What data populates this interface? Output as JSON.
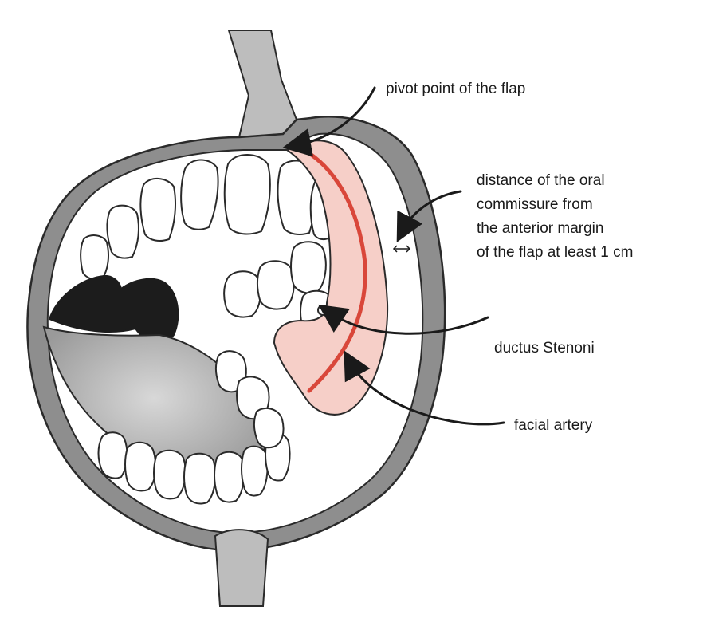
{
  "labels": {
    "pivot": "pivot point of the flap",
    "distance": [
      "distance of the oral",
      "commissure from",
      "the anterior margin",
      "of the flap at least 1 cm"
    ],
    "duct": "ductus Stenoni",
    "artery": "facial artery"
  },
  "colors": {
    "flap_fill": "#f6cfc8",
    "artery_line": "#d9473a",
    "retractor": "#bdbdbd",
    "tongue": "#b8b8b8",
    "throat": "#1c1c1c",
    "outline": "#2a2a2a"
  }
}
